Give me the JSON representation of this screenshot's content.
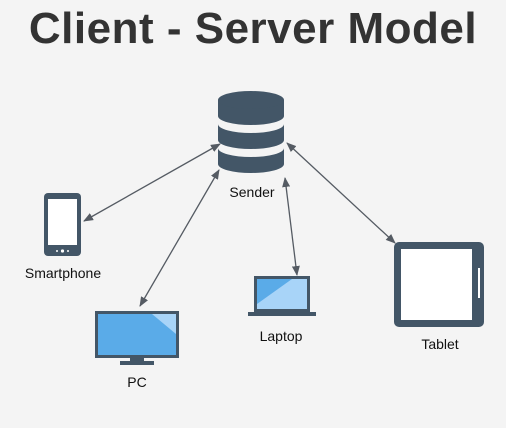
{
  "title": "Client - Server Model",
  "nodes": {
    "server": {
      "label": "Sender"
    },
    "smartphone": {
      "label": "Smartphone"
    },
    "pc": {
      "label": "PC"
    },
    "laptop": {
      "label": "Laptop"
    },
    "tablet": {
      "label": "Tablet"
    }
  },
  "colors": {
    "device_body": "#435667",
    "screen": "#5aabe8",
    "screen_light": "#a8d4f8",
    "arrow": "#555b63",
    "title": "#333333",
    "background": "#f4f4f4"
  },
  "connections": [
    {
      "from": "server",
      "to": "smartphone",
      "direction": "both"
    },
    {
      "from": "server",
      "to": "pc",
      "direction": "both"
    },
    {
      "from": "server",
      "to": "laptop",
      "direction": "both"
    },
    {
      "from": "server",
      "to": "tablet",
      "direction": "both"
    }
  ]
}
